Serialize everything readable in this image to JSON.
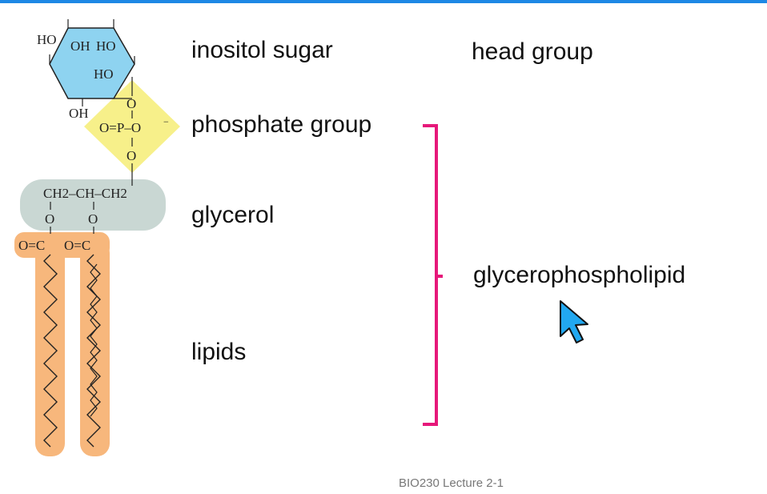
{
  "labels": {
    "inositol": "inositol sugar",
    "head_group": "head group",
    "phosphate": "phosphate group",
    "glycerol": "glycerol",
    "lipids": "lipids",
    "glycerophospholipid": "glycerophospholipid"
  },
  "molecule": {
    "ring_ho_1": "HO",
    "ring_oh": "OH",
    "ring_ho_2": "HO",
    "ring_ho_3": "HO",
    "ring_oh_bottom": "OH",
    "phosphate_o_top": "O",
    "phosphate_center": "O=P–O",
    "phosphate_o_bottom": "O",
    "glycerol_chain": "CH2–CH–CH2",
    "glycerol_o_1": "O",
    "glycerol_o_2": "O",
    "ester_1": "O=C",
    "ester_2": "O=C"
  },
  "footer": "BIO230 Lecture 2-1",
  "colors": {
    "inositol_fill": "#8ed3f0",
    "phosphate_fill": "#f7f08a",
    "glycerol_fill": "#c9d7d3",
    "lipid_fill": "#f7b77c",
    "bracket": "#e6187a",
    "cursor": "#22a8f0",
    "accent_bar": "#1e88e5"
  },
  "icons": {
    "cursor": "arrow-cursor-icon"
  }
}
